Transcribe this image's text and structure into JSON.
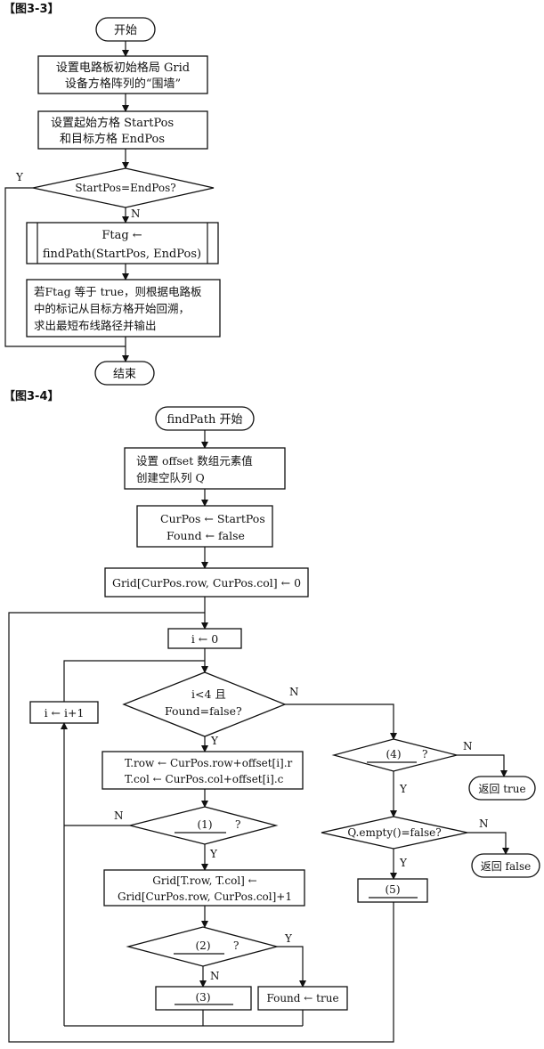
{
  "fig33": {
    "caption": "【图3-3】",
    "start": "开始",
    "init_line1": "设置电路板初始格局 Grid",
    "init_line2": "设备方格阵列的“围墙”",
    "set_line1": "设置起始方格 StartPos",
    "set_line2": "和目标方格 EndPos",
    "decision": "StartPos=EndPos?",
    "yes": "Y",
    "no": "N",
    "call_line1": "Ftag ←",
    "call_line2": "findPath(StartPos, EndPos)",
    "back_line1": "若Ftag 等于 true，则根据电路板",
    "back_line2": "中的标记从目标方格开始回溯，",
    "back_line3": "求出最短布线路径并输出",
    "end": "结束"
  },
  "fig34": {
    "caption": "【图3-4】",
    "start": "findPath 开始",
    "offset_line1": "设置 offset 数组元素值",
    "offset_line2": "创建空队列 Q",
    "curpos_line1": "CurPos ← StartPos",
    "curpos_line2": "Found ← false",
    "grid_zero": "Grid[CurPos.row, CurPos.col] ← 0",
    "i_zero": "i ← 0",
    "i_inc": "i ← i+1",
    "loop_line1": "i<4 且",
    "loop_line2": "Found=false?",
    "t_line1": "T.row ← CurPos.row+offset[i].r",
    "t_line2": "T.col ← CurPos.col+offset[i].c",
    "d1": "(1)",
    "d2": "(2)",
    "d4": "(4)",
    "q": "?",
    "gridt_line1": "Grid[T.row, T.col] ←",
    "gridt_line2": "Grid[CurPos.row, CurPos.col]+1",
    "b3": "(3)",
    "found_true": "Found ← true",
    "ret_true": "返回 true",
    "qempty": "Q.empty()=false?",
    "ret_false": "返回 false",
    "b5": "(5)",
    "yes": "Y",
    "no": "N"
  }
}
